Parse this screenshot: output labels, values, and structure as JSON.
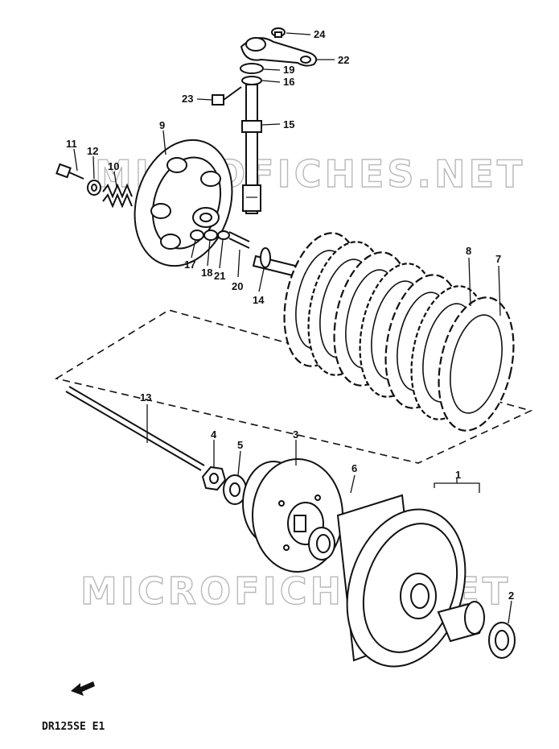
{
  "watermark": {
    "upper": "MICROFICHES.NET",
    "lower": "MICROFICHES.NET"
  },
  "diagram_code": "DR125SE E1",
  "part_numbers": {
    "p1": "1",
    "p2": "2",
    "p3": "3",
    "p4": "4",
    "p5": "5",
    "p6": "6",
    "p7": "7",
    "p8": "8",
    "p9": "9",
    "p10": "10",
    "p11": "11",
    "p12": "12",
    "p13": "13",
    "p14": "14",
    "p15": "15",
    "p16": "16",
    "p17": "17",
    "p18": "18",
    "p19": "19",
    "p20": "20",
    "p21": "21",
    "p22": "22",
    "p23": "23",
    "p24": "24"
  },
  "icons": {
    "direction": "front-arrow-icon"
  }
}
